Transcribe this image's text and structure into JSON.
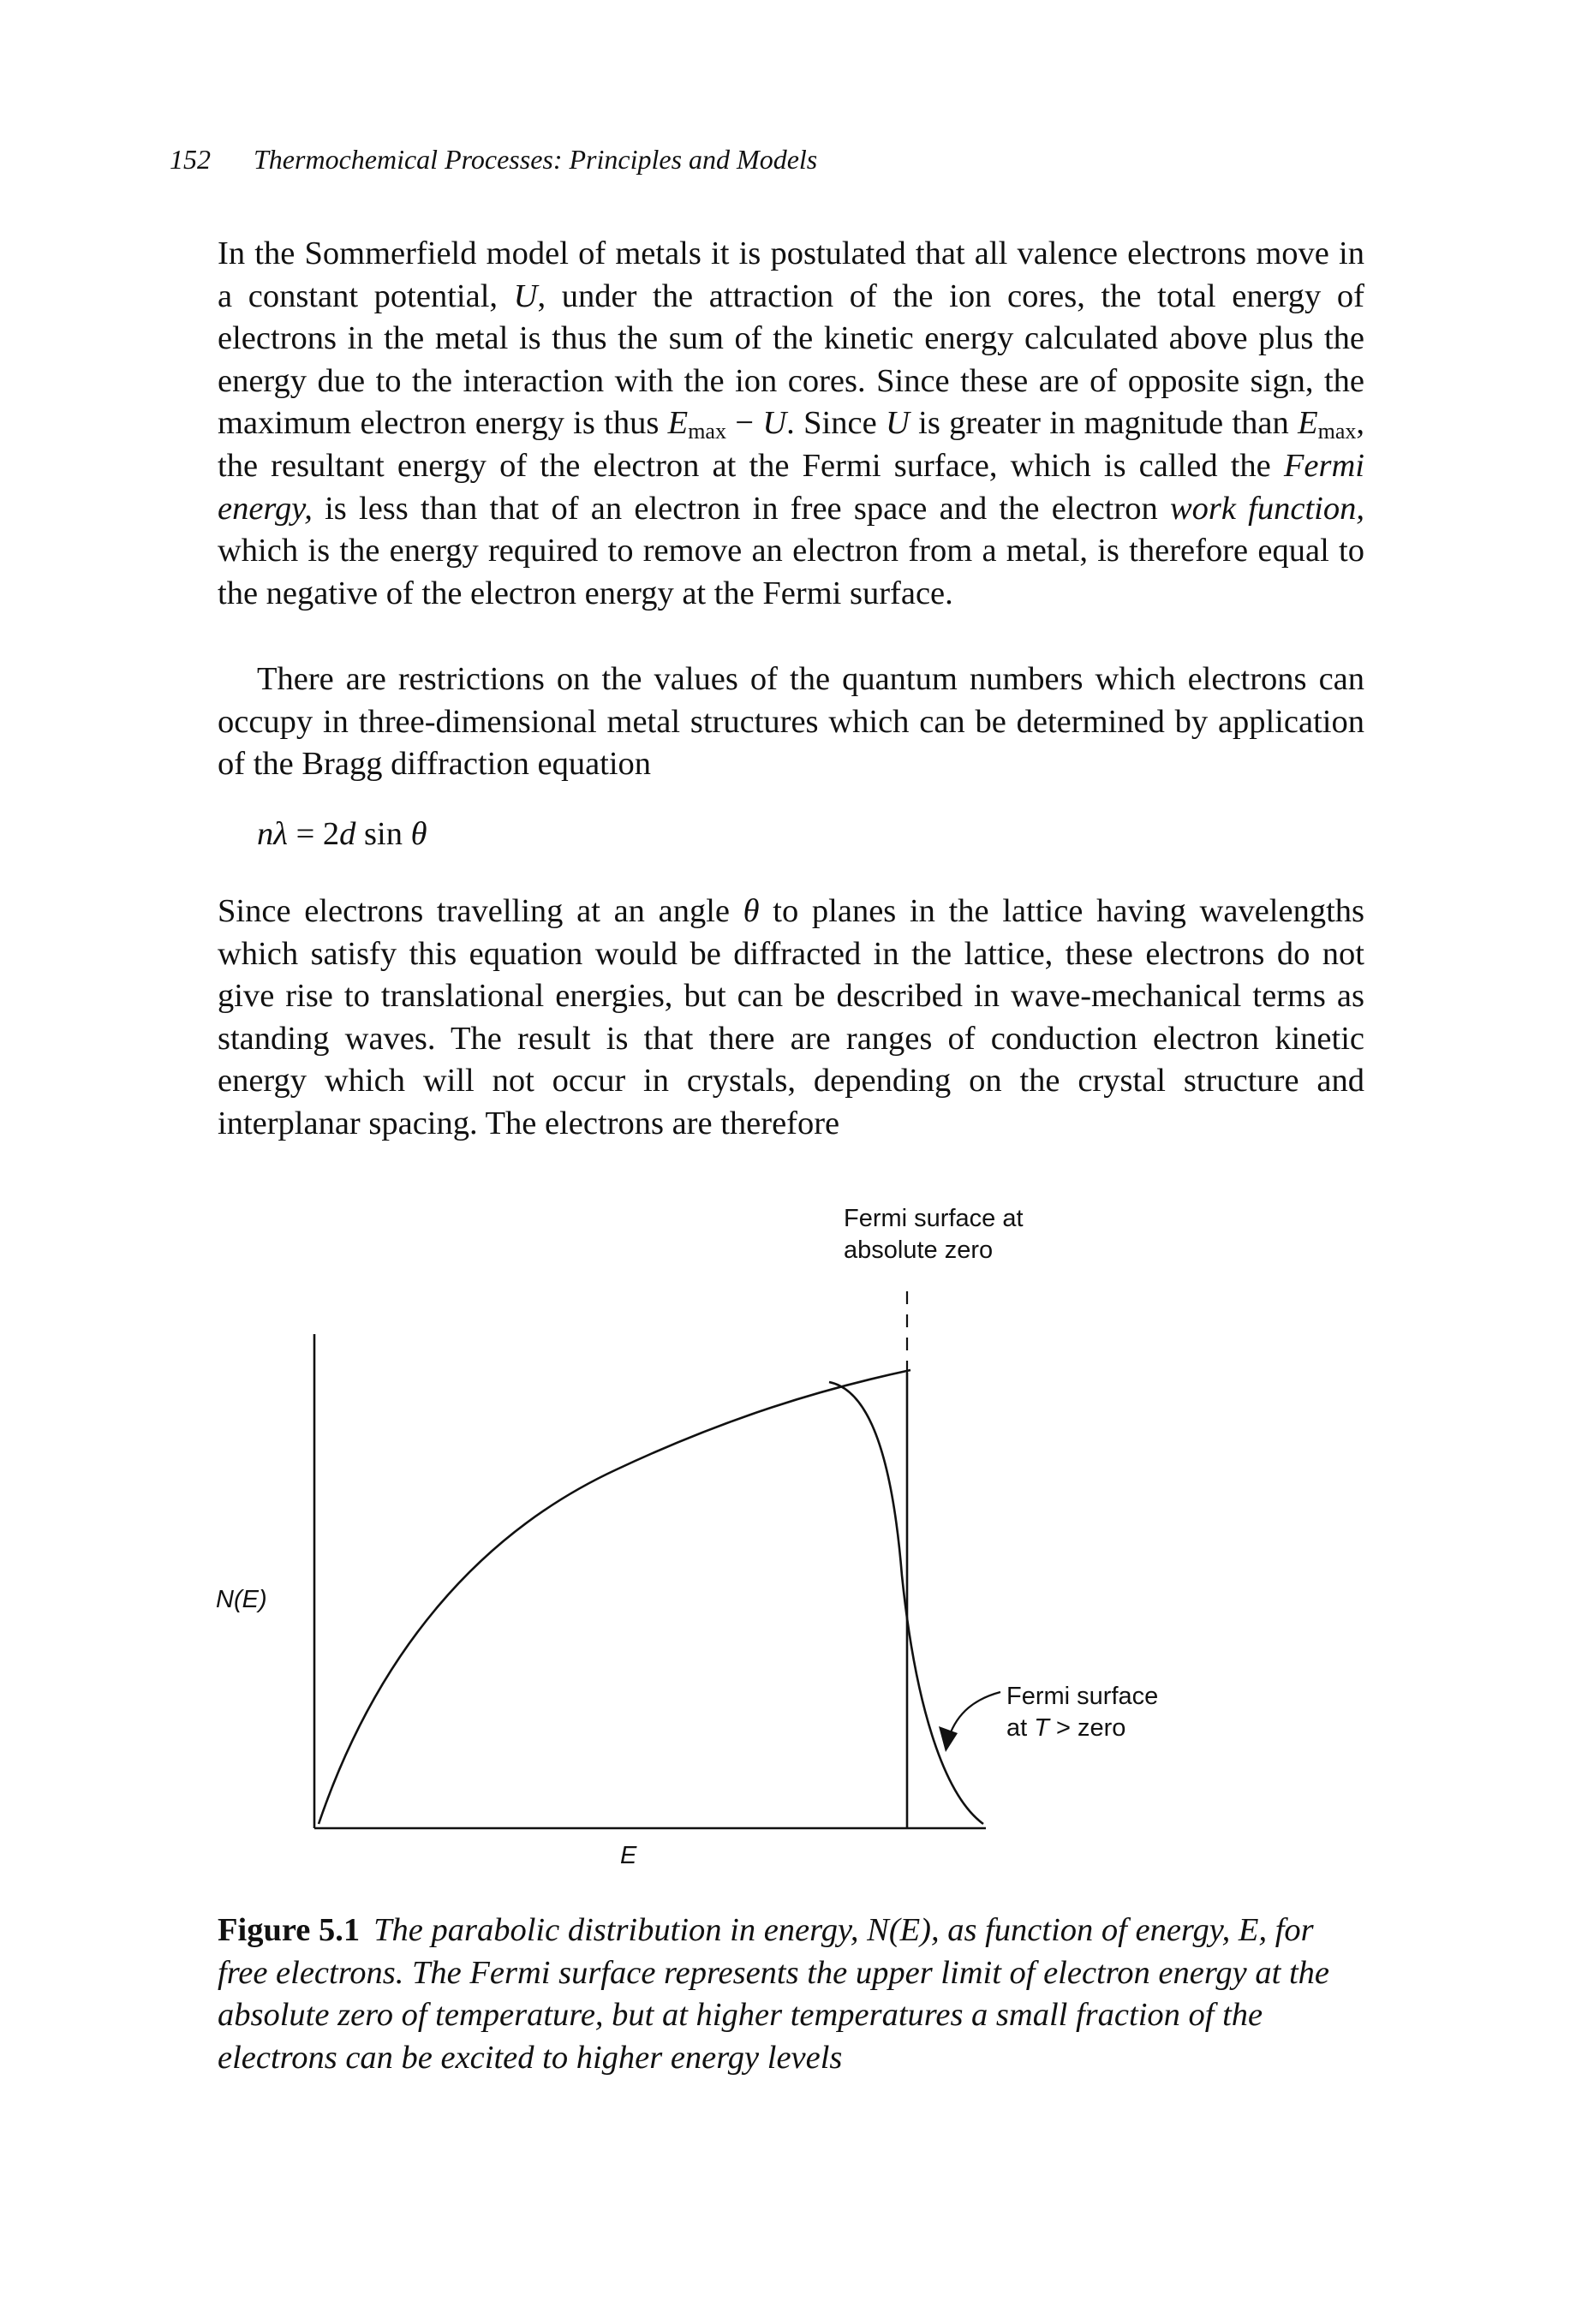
{
  "header": {
    "page_number": "152",
    "book_title": "Thermochemical Processes: Principles and Models"
  },
  "paragraph1": {
    "t1": "In the Sommerfield model of metals it is postulated that all valence electrons move in a constant potential, ",
    "v1": "U",
    "t2": ", under the attraction of the ion cores, the total energy of electrons in the metal is thus the sum of the kinetic energy calculated above plus the energy due to the interaction with the ion cores. Since these are of opposite sign, the maximum electron energy is thus ",
    "v2": "E",
    "s2": "max",
    "t3": " − ",
    "v3": "U",
    "t4": ". Since ",
    "v4": "U",
    "t5": " is greater in magnitude than ",
    "v5": "E",
    "s5": "max",
    "t6": ", the resultant energy of the electron at the Fermi surface, which is called the ",
    "e1": "Fermi energy,",
    "t7": " is less than that of an electron in free space and the electron ",
    "e2": "work function,",
    "t8": " which is the energy required to remove an electron from a metal, is therefore equal to the negative of the electron energy at the Fermi surface."
  },
  "paragraph2": "There are restrictions on the values of the quantum numbers which electrons can occupy in three-dimensional metal structures which can be determined by application of the Bragg diffraction equation",
  "equation": {
    "lhs": "nλ",
    "eq": " = 2",
    "d": "d",
    "sin": " sin ",
    "theta": "θ"
  },
  "paragraph3": {
    "t1": "Since electrons travelling at an angle ",
    "v1": "θ",
    "t2": " to planes in the lattice having wavelengths which satisfy this equation would be diffracted in the lattice, these electrons do not give rise to translational energies, but can be described in wave-mechanical terms as standing waves. The result is that there are ranges of conduction electron kinetic energy which will not occur in crystals, depending on the crystal structure and interplanar spacing. The electrons are therefore"
  },
  "figure": {
    "label_top_line1": "Fermi surface at",
    "label_top_line2": "absolute zero",
    "label_right_line1": "Fermi surface",
    "label_right_line2_pre": "at ",
    "label_right_line2_var": "T",
    "label_right_line2_post": " > zero",
    "ylabel": "N(E)",
    "xlabel": "E"
  },
  "caption": {
    "number": "Figure 5.1",
    "text": "The parabolic distribution in energy, N(E), as function of energy, E, for free electrons. The Fermi surface represents the upper limit of electron energy at the absolute zero of temperature, but at higher temperatures a small fraction of the electrons can be excited to higher energy levels"
  },
  "colors": {
    "ink": "#111111",
    "paper": "#ffffff"
  }
}
